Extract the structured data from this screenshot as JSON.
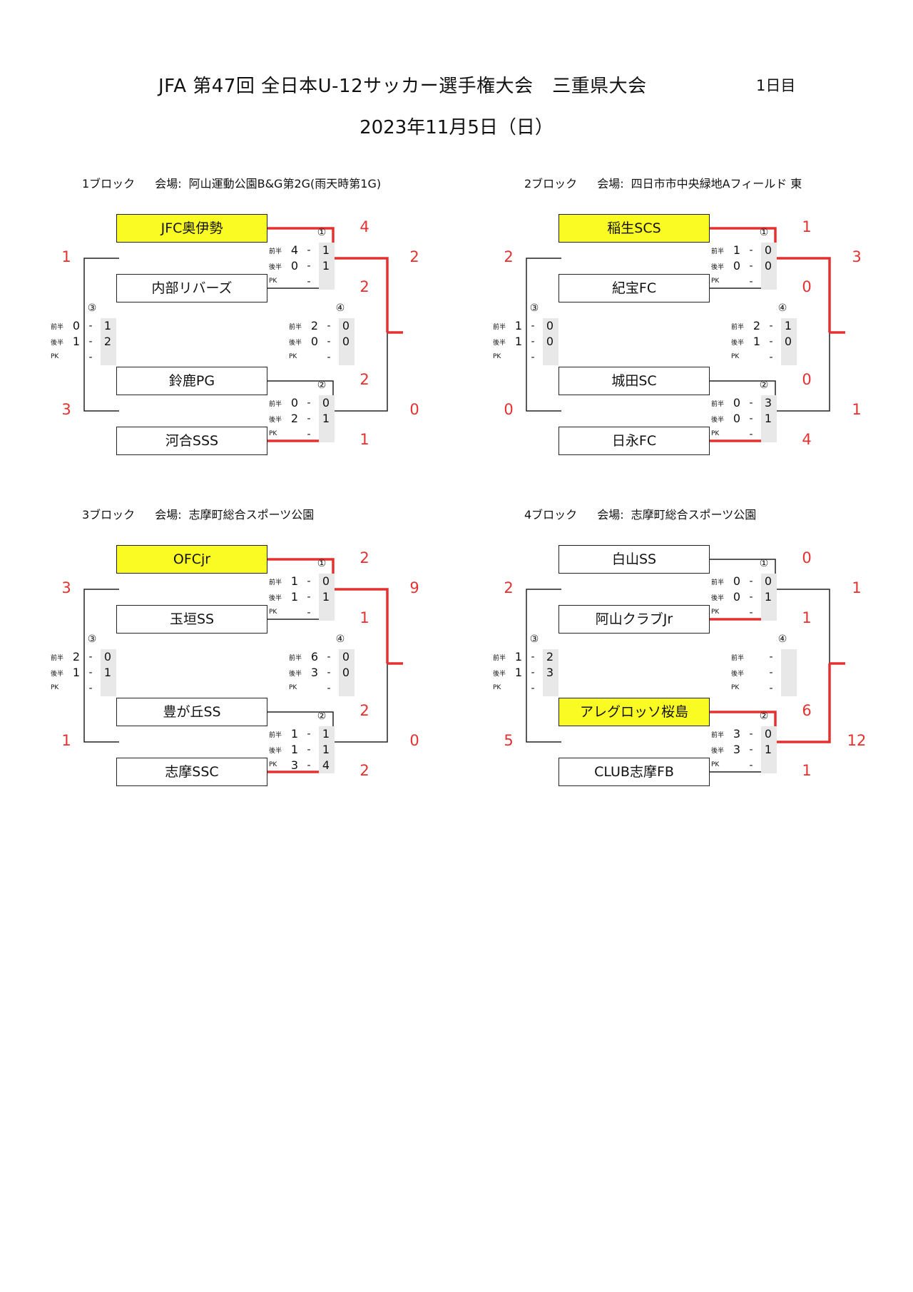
{
  "title": "JFA 第47回 全日本U-12サッカー選手権大会　三重県大会",
  "day_label": "1日目",
  "date": "2023年11月5日（日）",
  "venue_label": "会場:",
  "period_labels": {
    "first": "前半",
    "second": "後半",
    "pk": "PK"
  },
  "colors": {
    "winner_line": "#e53030",
    "winner_fill": "#fbfb24",
    "score_red": "#e53030"
  },
  "blocks": [
    {
      "name": "1ブロック",
      "venue": "阿山運動公園B&G第2G(雨天時第1G)",
      "teams": [
        "JFC奥伊勢",
        "内部リバーズ",
        "鈴鹿PG",
        "河合SSS"
      ],
      "team_scores": [
        "4",
        "2",
        "2",
        "1"
      ],
      "final_scores": {
        "top": "2",
        "bottom": "0"
      },
      "left_scores": {
        "top": "1",
        "bottom": "3"
      },
      "matches": {
        "m1": {
          "mark": "①",
          "first": [
            "4",
            "1"
          ],
          "second": [
            "0",
            "1"
          ],
          "pk": [
            "",
            ""
          ]
        },
        "m2": {
          "mark": "②",
          "first": [
            "0",
            "0"
          ],
          "second": [
            "2",
            "1"
          ],
          "pk": [
            "",
            ""
          ]
        },
        "m3": {
          "mark": "③",
          "first": [
            "0",
            "1"
          ],
          "second": [
            "1",
            "2"
          ],
          "pk": [
            "",
            ""
          ]
        },
        "m4": {
          "mark": "④",
          "first": [
            "2",
            "0"
          ],
          "second": [
            "0",
            "0"
          ],
          "pk": [
            "",
            ""
          ]
        }
      }
    },
    {
      "name": "2ブロック",
      "venue": "四日市市中央緑地Aフィールド 東",
      "teams": [
        "稲生SCS",
        "紀宝FC",
        "城田SC",
        "日永FC"
      ],
      "team_scores": [
        "1",
        "0",
        "0",
        "4"
      ],
      "final_scores": {
        "top": "3",
        "bottom": "1"
      },
      "left_scores": {
        "top": "2",
        "bottom": "0"
      },
      "matches": {
        "m1": {
          "mark": "①",
          "first": [
            "1",
            "0"
          ],
          "second": [
            "0",
            "0"
          ],
          "pk": [
            "",
            ""
          ]
        },
        "m2": {
          "mark": "②",
          "first": [
            "0",
            "3"
          ],
          "second": [
            "0",
            "1"
          ],
          "pk": [
            "",
            ""
          ]
        },
        "m3": {
          "mark": "③",
          "first": [
            "1",
            "0"
          ],
          "second": [
            "1",
            "0"
          ],
          "pk": [
            "",
            ""
          ]
        },
        "m4": {
          "mark": "④",
          "first": [
            "2",
            "1"
          ],
          "second": [
            "1",
            "0"
          ],
          "pk": [
            "",
            ""
          ]
        }
      }
    },
    {
      "name": "3ブロック",
      "venue": "志摩町総合スポーツ公園",
      "teams": [
        "OFCjr",
        "玉垣SS",
        "豊が丘SS",
        "志摩SSC"
      ],
      "team_scores": [
        "2",
        "1",
        "2",
        "2"
      ],
      "final_scores": {
        "top": "9",
        "bottom": "0"
      },
      "left_scores": {
        "top": "3",
        "bottom": "1"
      },
      "matches": {
        "m1": {
          "mark": "①",
          "first": [
            "1",
            "0"
          ],
          "second": [
            "1",
            "1"
          ],
          "pk": [
            "",
            ""
          ]
        },
        "m2": {
          "mark": "②",
          "first": [
            "1",
            "1"
          ],
          "second": [
            "1",
            "1"
          ],
          "pk": [
            "3",
            "4"
          ]
        },
        "m3": {
          "mark": "③",
          "first": [
            "2",
            "0"
          ],
          "second": [
            "1",
            "1"
          ],
          "pk": [
            "",
            ""
          ]
        },
        "m4": {
          "mark": "④",
          "first": [
            "6",
            "0"
          ],
          "second": [
            "3",
            "0"
          ],
          "pk": [
            "",
            ""
          ]
        }
      }
    },
    {
      "name": "4ブロック",
      "venue": "志摩町総合スポーツ公園",
      "teams": [
        "白山SS",
        "阿山クラブJr",
        "アレグロッソ桜島",
        "CLUB志摩FB"
      ],
      "team_scores": [
        "0",
        "1",
        "6",
        "1"
      ],
      "final_scores": {
        "top": "1",
        "bottom": "12"
      },
      "left_scores": {
        "top": "2",
        "bottom": "5"
      },
      "matches": {
        "m1": {
          "mark": "①",
          "first": [
            "0",
            "0"
          ],
          "second": [
            "0",
            "1"
          ],
          "pk": [
            "",
            ""
          ]
        },
        "m2": {
          "mark": "②",
          "first": [
            "3",
            "0"
          ],
          "second": [
            "3",
            "1"
          ],
          "pk": [
            "",
            ""
          ]
        },
        "m3": {
          "mark": "③",
          "first": [
            "1",
            "2"
          ],
          "second": [
            "1",
            "3"
          ],
          "pk": [
            "",
            ""
          ]
        },
        "m4": {
          "mark": "④",
          "first": [
            "",
            ""
          ],
          "second": [
            "",
            ""
          ],
          "pk": [
            "",
            ""
          ]
        }
      }
    }
  ]
}
